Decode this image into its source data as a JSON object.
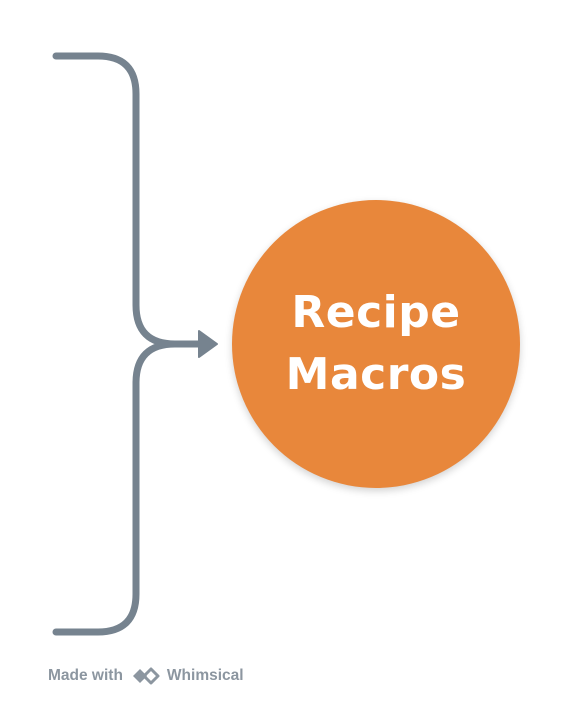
{
  "diagram": {
    "node": {
      "lines": [
        "Recipe",
        "Macros"
      ],
      "fill_color": "#E8873B",
      "text_color": "#FFFFFF"
    },
    "connector": {
      "shape": "curly-brace",
      "direction": "left-to-right",
      "color": "#76838F"
    }
  },
  "footer": {
    "made_with": "Made with",
    "brand": "Whimsical",
    "logo_icon": "whimsical-logo-icon",
    "color": "#8C96A0"
  }
}
